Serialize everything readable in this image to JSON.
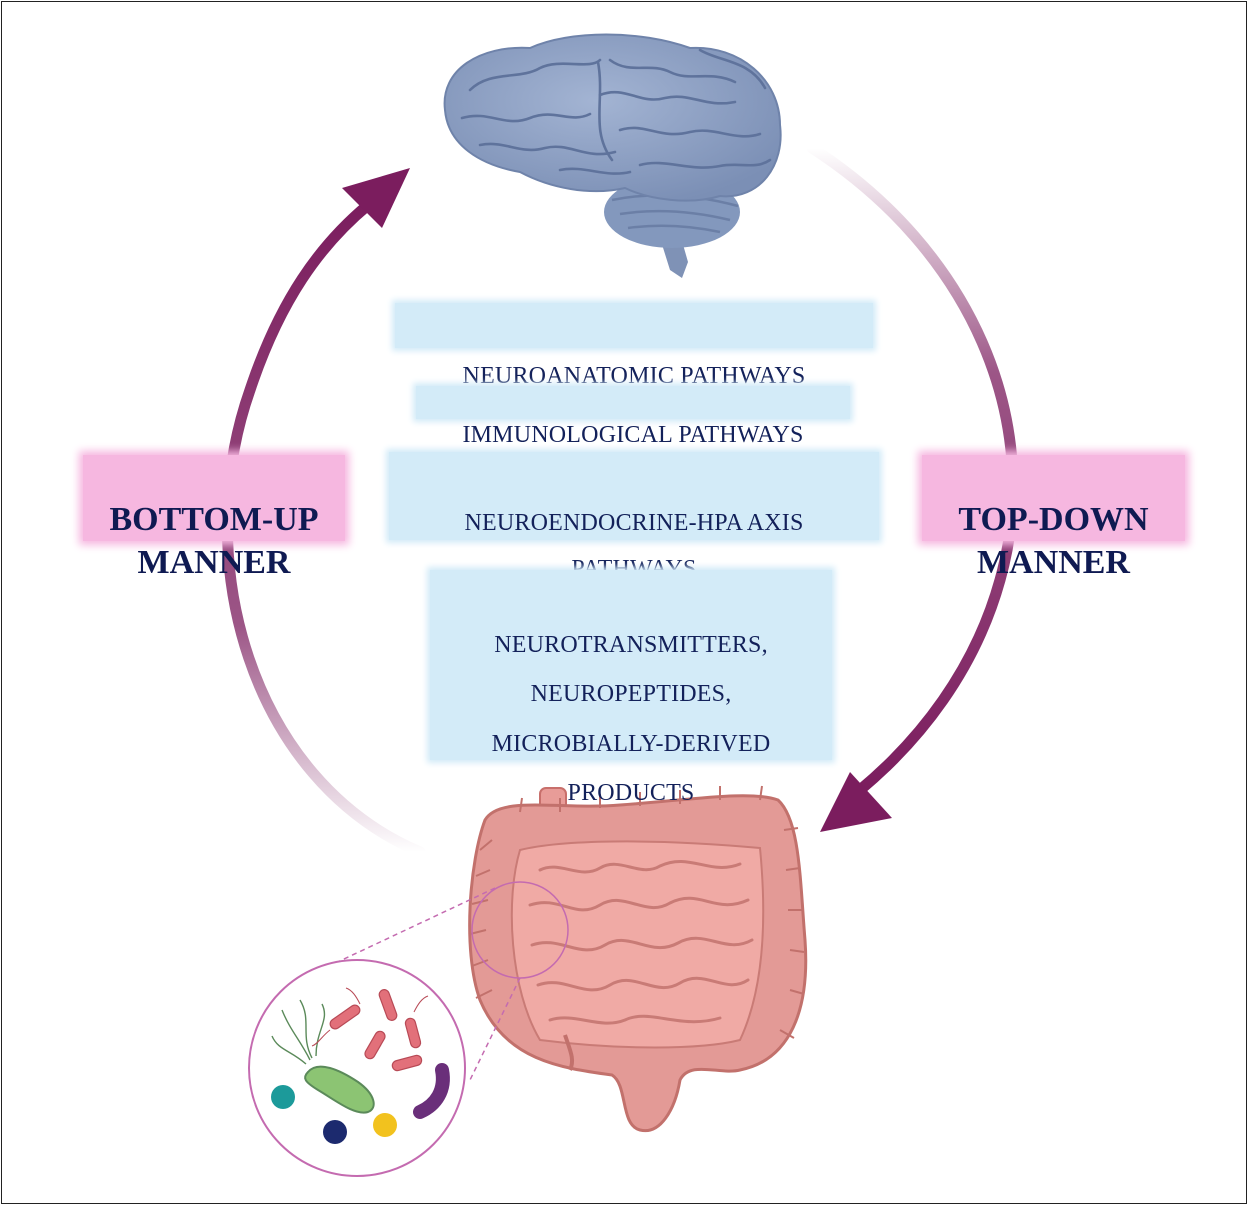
{
  "pathways": {
    "neuroanatomic": "NEUROANATOMIC PATHWAYS",
    "immunological": "IMMUNOLOGICAL PATHWAYS",
    "neuroendocrine": "NEUROENDOCRINE-HPA  AXIS\nPATHWAYS",
    "neurotransmitters": "NEUROTRANSMITTERS,\nNEUROPEPTIDES,\nMICROBIALLY-DERIVED\nPRODUCTS"
  },
  "labels": {
    "bottom_up": "BOTTOM-UP\nMANNER",
    "top_down": "TOP-DOWN\nMANNER"
  },
  "colors": {
    "arrow": "#7b1d5e",
    "pathway_box": "#d3ebf8",
    "manner_box": "#f6b7e0",
    "text": "#13215a",
    "brain": "#8ea2c6",
    "intestine": "#e39a96"
  },
  "icons": [
    "brain-icon",
    "intestine-icon",
    "gut-microbiota-icon",
    "bottom-up-arrow-icon",
    "top-down-arrow-icon"
  ]
}
